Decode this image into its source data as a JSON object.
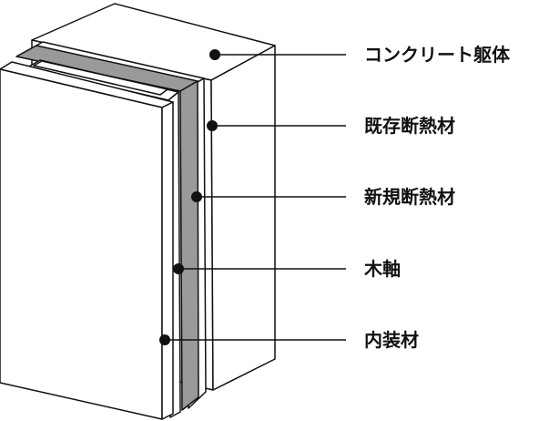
{
  "labels": {
    "concrete": "コンクリート躯体",
    "existing_insulation": "既存断熱材",
    "new_insulation": "新規断熱材",
    "wood_frame": "木軸",
    "interior_finish": "内装材"
  },
  "colors": {
    "line": "#111111",
    "face": "#ffffff",
    "insulation": "#9a9a9a",
    "text": "#111111"
  }
}
